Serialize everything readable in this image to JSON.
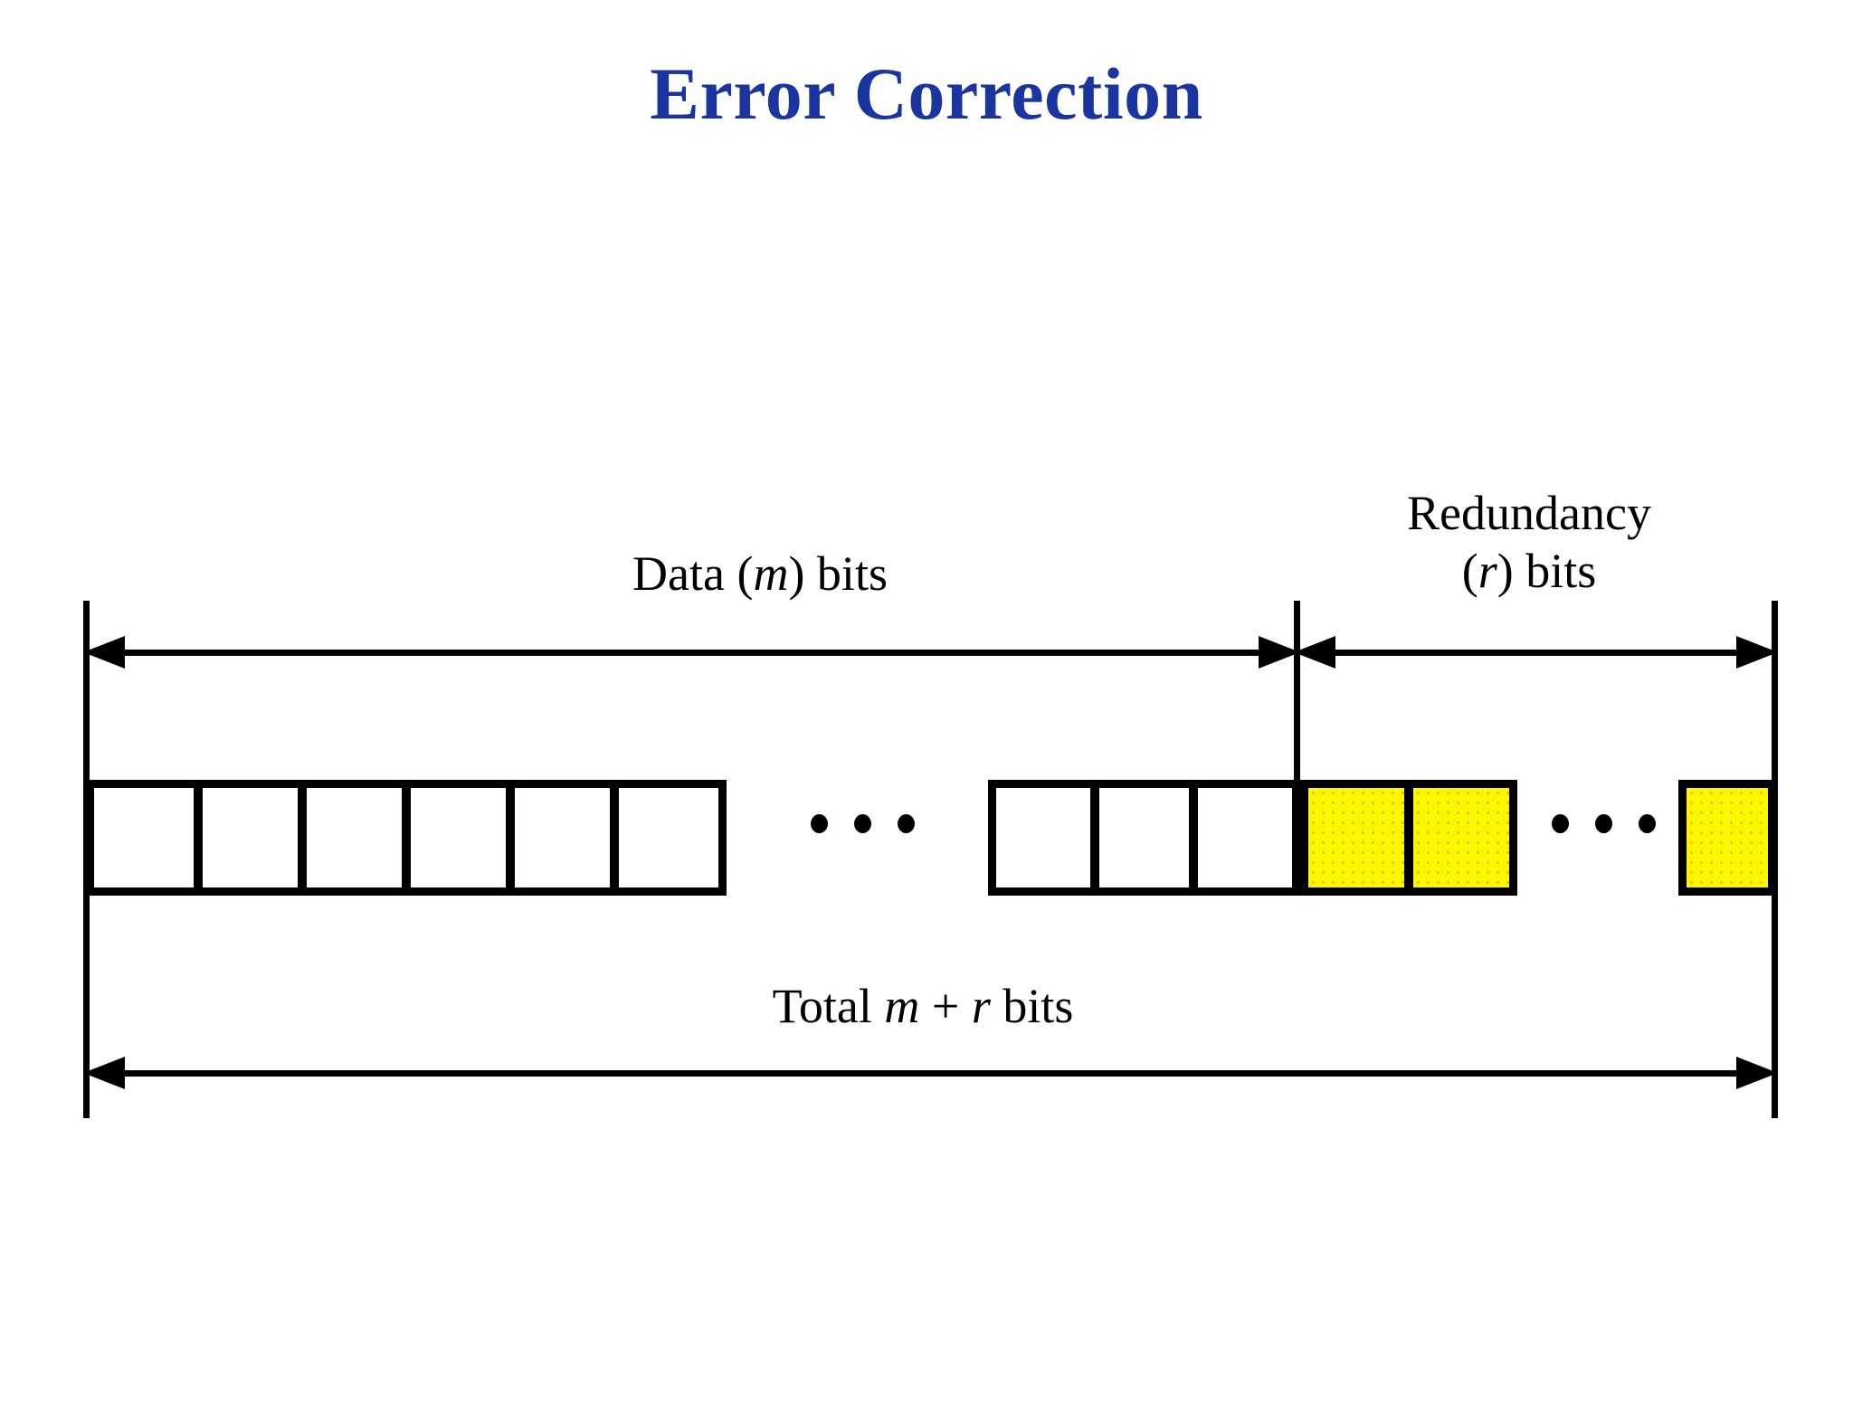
{
  "slide": {
    "title": "Error Correction",
    "title_color": "#1a34a0",
    "background_color": "#ffffff"
  },
  "diagram": {
    "name": "codeword-frame-layout",
    "labels": {
      "data_label_prefix": "Data (",
      "data_label_symbol": "m",
      "data_label_suffix": ") bits",
      "data_label_full": "Data (m) bits",
      "redundancy_line1": "Redundancy",
      "redundancy_line2_prefix": "(",
      "redundancy_line2_symbol": "r",
      "redundancy_line2_suffix": ") bits",
      "redundancy_label_full": "Redundancy (r) bits",
      "total_prefix": "Total ",
      "total_symbol_m": "m",
      "total_operator": " + ",
      "total_symbol_r": "r",
      "total_suffix": " bits",
      "total_label_full": "Total m + r bits"
    },
    "colors": {
      "line": "#000000",
      "data_cell_fill": "#ffffff",
      "redundancy_cell_fill": "#fdf600"
    },
    "cell_groups": [
      {
        "id": "data-left",
        "kind": "data",
        "fill": "white",
        "count": 6
      },
      {
        "id": "data-right",
        "kind": "data",
        "fill": "white",
        "count": 3
      },
      {
        "id": "redundancy-left",
        "kind": "redundancy",
        "fill": "yellow",
        "count": 2
      },
      {
        "id": "redundancy-right",
        "kind": "redundancy",
        "fill": "yellow",
        "count": 1
      }
    ],
    "ellipses": [
      {
        "id": "data-ellipsis",
        "dots": 3
      },
      {
        "id": "redundancy-ellipsis",
        "dots": 3
      }
    ],
    "dimension_arrows": [
      {
        "id": "data-span",
        "label": "Data (m) bits",
        "style": "double-headed"
      },
      {
        "id": "redundancy-span",
        "label": "Redundancy (r) bits",
        "style": "double-headed"
      },
      {
        "id": "total-span",
        "label": "Total m + r bits",
        "style": "double-headed"
      }
    ]
  }
}
